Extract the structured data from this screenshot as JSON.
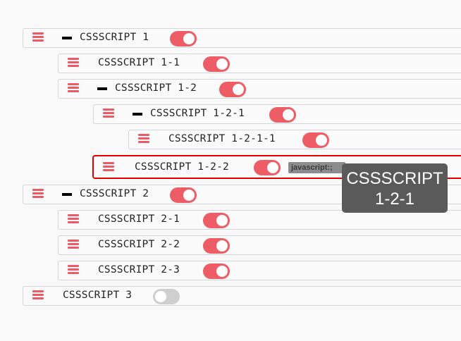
{
  "link_badge": "javascript:;",
  "tooltip": {
    "line1": "CSSSCRIPT",
    "line2": "1-2-1"
  },
  "items": [
    {
      "label": "CSSSCRIPT 1",
      "enabled": true,
      "has_children": true
    },
    {
      "label": "CSSSCRIPT 1-1",
      "enabled": true,
      "has_children": false
    },
    {
      "label": "CSSSCRIPT 1-2",
      "enabled": true,
      "has_children": true
    },
    {
      "label": "CSSSCRIPT 1-2-1",
      "enabled": true,
      "has_children": true
    },
    {
      "label": "CSSSCRIPT 1-2-1-1",
      "enabled": true,
      "has_children": false
    },
    {
      "label": "CSSSCRIPT 1-2-2",
      "enabled": true,
      "has_children": false,
      "selected": true
    },
    {
      "label": "CSSSCRIPT 2",
      "enabled": true,
      "has_children": true
    },
    {
      "label": "CSSSCRIPT 2-1",
      "enabled": true,
      "has_children": false
    },
    {
      "label": "CSSSCRIPT 2-2",
      "enabled": true,
      "has_children": false
    },
    {
      "label": "CSSSCRIPT 2-3",
      "enabled": true,
      "has_children": false
    },
    {
      "label": "CSSSCRIPT 3",
      "enabled": false,
      "has_children": false
    }
  ]
}
